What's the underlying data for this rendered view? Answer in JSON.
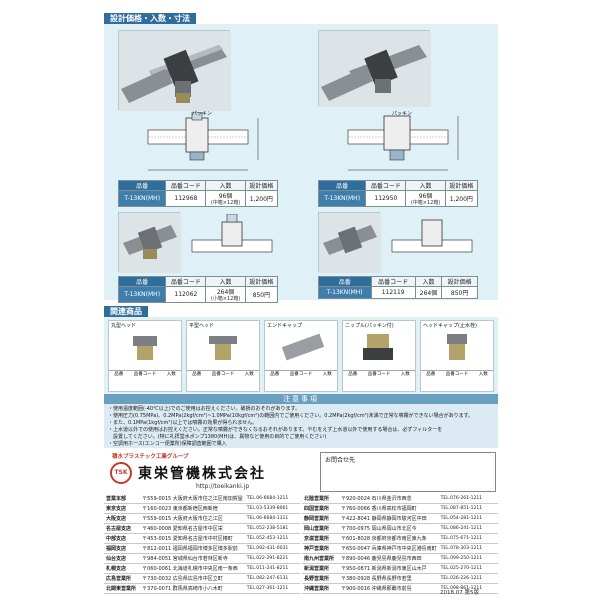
{
  "design": {
    "title": "設計価格・入数・寸法",
    "dim_labels": {
      "packing": "パッキン"
    },
    "products": [
      {
        "table": {
          "col1": "品番",
          "col2": "品番コード",
          "col3": "入数",
          "col4": "設計価格",
          "model": "T-13KN(MH)",
          "code": "112968",
          "qty": "96個",
          "qty_note": "(中箱×12箱)",
          "price": "1,200円"
        }
      },
      {
        "table": {
          "col1": "品番",
          "col2": "品番コード",
          "col3": "入数",
          "col4": "設計価格",
          "model": "T-13KN(MH)",
          "code": "112950",
          "qty": "96個",
          "qty_note": "(中箱×12箱)",
          "price": "1,200円"
        }
      },
      {
        "table": {
          "col1": "品番",
          "col2": "品番コード",
          "col3": "入数",
          "col4": "設計価格",
          "model": "T-13KN(MH)",
          "code": "112062",
          "qty": "264個",
          "qty_note": "(小箱×12箱)",
          "price": "850円"
        }
      },
      {
        "table": {
          "col1": "品番",
          "col2": "品番コード",
          "col3": "入数",
          "col4": "設計価格",
          "model": "T-13KN(MH)",
          "code": "112119",
          "qty": "264個",
          "qty_note": "",
          "price": "850円"
        }
      }
    ]
  },
  "related": {
    "title": "関連商品",
    "items": [
      {
        "name": "丸型ヘッド",
        "row": [
          "品番",
          "品番コード",
          "入数"
        ]
      },
      {
        "name": "平型ヘッド",
        "row": [
          "品番",
          "品番コード",
          "入数"
        ]
      },
      {
        "name": "エンドキャップ",
        "row": [
          "品番",
          "品番コード",
          "入数"
        ]
      },
      {
        "name": "ニップル(パッキン付)",
        "row": [
          "品番",
          "品番コード",
          "入数"
        ]
      },
      {
        "name": "ヘッドキャップ(止水栓)",
        "row": [
          "品番",
          "品番コード",
          "入数"
        ]
      }
    ]
  },
  "notice": {
    "title": "注意事項",
    "lines": [
      "・使用温度範囲(-40℃以上)でのご使用はお控えください。破損のおそれがあります。",
      "・使用圧力(0.75MPa)、0.2MPa(2kgf/cm²)~1.0MPa(10kgf/cm²)の範囲内でご使用ください。0.2MPa(2kgf/cm²)未満で正常な噴霧ができない場合があります。",
      "・また、0.1MPa(1kgf/cm²)以上では噴霧の効果が得られません。",
      "・上水道以外での使用はお控えください。正常な噴霧ができなくなるおそれがあります。やむをえず上水道以外で使用する場合は、必ずフィルターを",
      "　設置してください。(特に礼拝堂水ポンプ1380(MH)は、異物など使用の目的でご使用ください)",
      "・空調用ホース(エンコー便業所)保障調査範囲で購入"
    ]
  },
  "company": {
    "group": "積水プラスチック工業グループ",
    "logo_text": "TSK",
    "name": "東栄管機株式会社",
    "url": "http://toeikanki.jp",
    "contact_label": "お問合せ先",
    "footer": "2018.07 第5版"
  },
  "branches_left": [
    {
      "name": "営業本部",
      "addr": "〒559-0015 大阪府大阪市住之江区南加賀屋",
      "tel": "TEL.06-6684-1211"
    },
    {
      "name": "東京支店",
      "addr": "〒160-0023 東京都新宿区西新宿",
      "tel": "TEL.03-5339-8061"
    },
    {
      "name": "大阪支店",
      "addr": "〒559-0015 大阪府大阪市住之江区",
      "tel": "TEL.06-6684-1311"
    },
    {
      "name": "名古屋支店",
      "addr": "〒460-0008 愛知県名古屋市中区栄",
      "tel": "TEL.052-238-5181"
    },
    {
      "name": "中部支店",
      "addr": "〒453-0015 愛知県名古屋市中村区椿町",
      "tel": "TEL.052-453-1211"
    },
    {
      "name": "福岡支店",
      "addr": "〒812-0011 福岡県福岡市博多区博多駅前",
      "tel": "TEL.092-431-0031"
    },
    {
      "name": "仙台支店",
      "addr": "〒984-0051 宮城県仙台市若林区新寺",
      "tel": "TEL.022-291-8221"
    },
    {
      "name": "札幌支店",
      "addr": "〒060-0061 北海道札幌市中央区南一条西",
      "tel": "TEL.011-241-8211"
    },
    {
      "name": "広島営業所",
      "addr": "〒730-0032 広島県広島市中区立町",
      "tel": "TEL.082-247-6131"
    },
    {
      "name": "北関東営業所",
      "addr": "〒370-0071 群馬県高崎市小八木町",
      "tel": "TEL.027-361-1211"
    }
  ],
  "branches_right": [
    {
      "name": "北陸営業所",
      "addr": "〒920-0024 石川県金沢市西念",
      "tel": "TEL.076-261-1211"
    },
    {
      "name": "四国営業所",
      "addr": "〒760-0066 香川県高松市福岡町",
      "tel": "TEL.087-851-1211"
    },
    {
      "name": "静岡営業所",
      "addr": "〒422-8041 静岡県静岡市駿河区中田",
      "tel": "TEL.054-281-1211"
    },
    {
      "name": "岡山営業所",
      "addr": "〒700-0975 岡山県岡山市北区今",
      "tel": "TEL.086-241-1211"
    },
    {
      "name": "京滋営業所",
      "addr": "〒601-8028 京都府京都市南区東九条",
      "tel": "TEL.075-671-1211"
    },
    {
      "name": "神戸営業所",
      "addr": "〒650-0047 兵庫県神戸市中央区港島南町",
      "tel": "TEL.078-303-1211"
    },
    {
      "name": "南九州営業所",
      "addr": "〒890-0046 鹿児島県鹿児島市西田",
      "tel": "TEL.099-250-1211"
    },
    {
      "name": "新潟営業所",
      "addr": "〒950-0871 新潟県新潟市東区山木戸",
      "tel": "TEL.025-270-1211"
    },
    {
      "name": "長野営業所",
      "addr": "〒380-0928 長野県長野市若里",
      "tel": "TEL.026-226-1211"
    },
    {
      "name": "沖縄営業所",
      "addr": "〒900-0016 沖縄県那覇市前島",
      "tel": "TEL.098-861-1211"
    }
  ]
}
